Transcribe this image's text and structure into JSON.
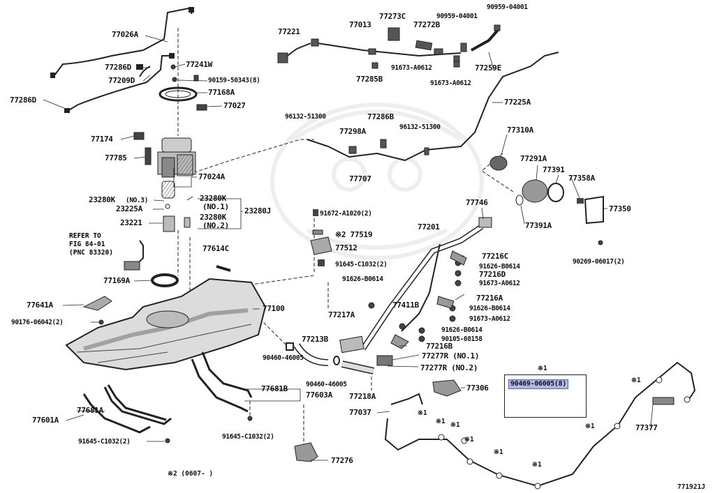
{
  "diagram_id": "771921J",
  "footnote": "※2 (0607-   )",
  "refer_note": {
    "line1": "REFER TO",
    "line2": "FIG 84-01",
    "line3": "(PNC 83320)"
  },
  "callout": {
    "mark": "※1",
    "part": "90469-06005(8)"
  },
  "labels": {
    "p77026A": "77026A",
    "p77286D_1": "77286D",
    "p77209D": "77209D",
    "p77286D_2": "77286D",
    "p77241W": "77241W",
    "p90159": "90159-50343(8)",
    "p77168A": "77168A",
    "p77027": "77027",
    "p77174": "77174",
    "p77785": "77785",
    "p77024A": "77024A",
    "p23280K_3": "23280K",
    "p23280K_3q": "(NO.3)",
    "p23225A": "23225A",
    "p23221": "23221",
    "p23280K_1": "23280K",
    "p23280K_1q": "(NO.1)",
    "p23280K_2": "23280K",
    "p23280K_2q": "(NO.2)",
    "p23280J": "23280J",
    "p77169A": "77169A",
    "p77614C": "77614C",
    "p77641A": "77641A",
    "p90176": "90176-06042(2)",
    "p77100": "77100",
    "p77681A": "77681A",
    "p77601A": "77601A",
    "p91645_a": "91645-C1032(2)",
    "p77681B": "77681B",
    "p77603A": "77603A",
    "p91645_b": "91645-C1032(2)",
    "p77276": "77276",
    "p90460_1": "90460-46005",
    "p90460_2": "90460-46005",
    "p77213B": "77213B",
    "p77218A": "77218A",
    "p77217A": "77217A",
    "p91626_a": "91626-B0614",
    "p77221": "77221",
    "p77013": "77013",
    "p77273C": "77273C",
    "p77272B": "77272B",
    "p90959_1": "90959-04001",
    "p90959_2": "90959-04001",
    "p77259E": "77259E",
    "p91673_1": "91673-A0612",
    "p91673_2": "91673-A0612",
    "p77285B": "77285B",
    "p77225A": "77225A",
    "p96132_1": "96132-51300",
    "p96132_2": "96132-51300",
    "p77286B": "77286B",
    "p77298A": "77298A",
    "p77707": "77707",
    "p77310A": "77310A",
    "p77291A": "77291A",
    "p77391": "77391",
    "p77358A": "77358A",
    "p77350": "77350",
    "p77391A": "77391A",
    "p77746": "77746",
    "p90269": "90269-06017(2)",
    "p91672": "91672-A1020(2)",
    "p77519": "※2 77519",
    "p77512": "77512",
    "p91645_c": "91645-C1032(2)",
    "p77201": "77201",
    "p77216C": "77216C",
    "p91626_b": "91626-B0614",
    "p77216D": "77216D",
    "p91673_3": "91673-A0612",
    "p77216A": "77216A",
    "p91626_c": "91626-B0614",
    "p91673_4": "91673-A0612",
    "p77411B": "77411B",
    "p91626_d": "91626-B0614",
    "p90105": "90105-08158",
    "p77216B": "77216B",
    "p77277R_1": "77277R (NO.1)",
    "p77277R_2": "77277R (NO.2)",
    "p77306": "77306",
    "p77037": "77037",
    "p77377": "77377"
  },
  "marks": [
    "※1",
    "※1",
    "※1",
    "※1",
    "※1",
    "※1",
    "※1",
    "※1"
  ]
}
